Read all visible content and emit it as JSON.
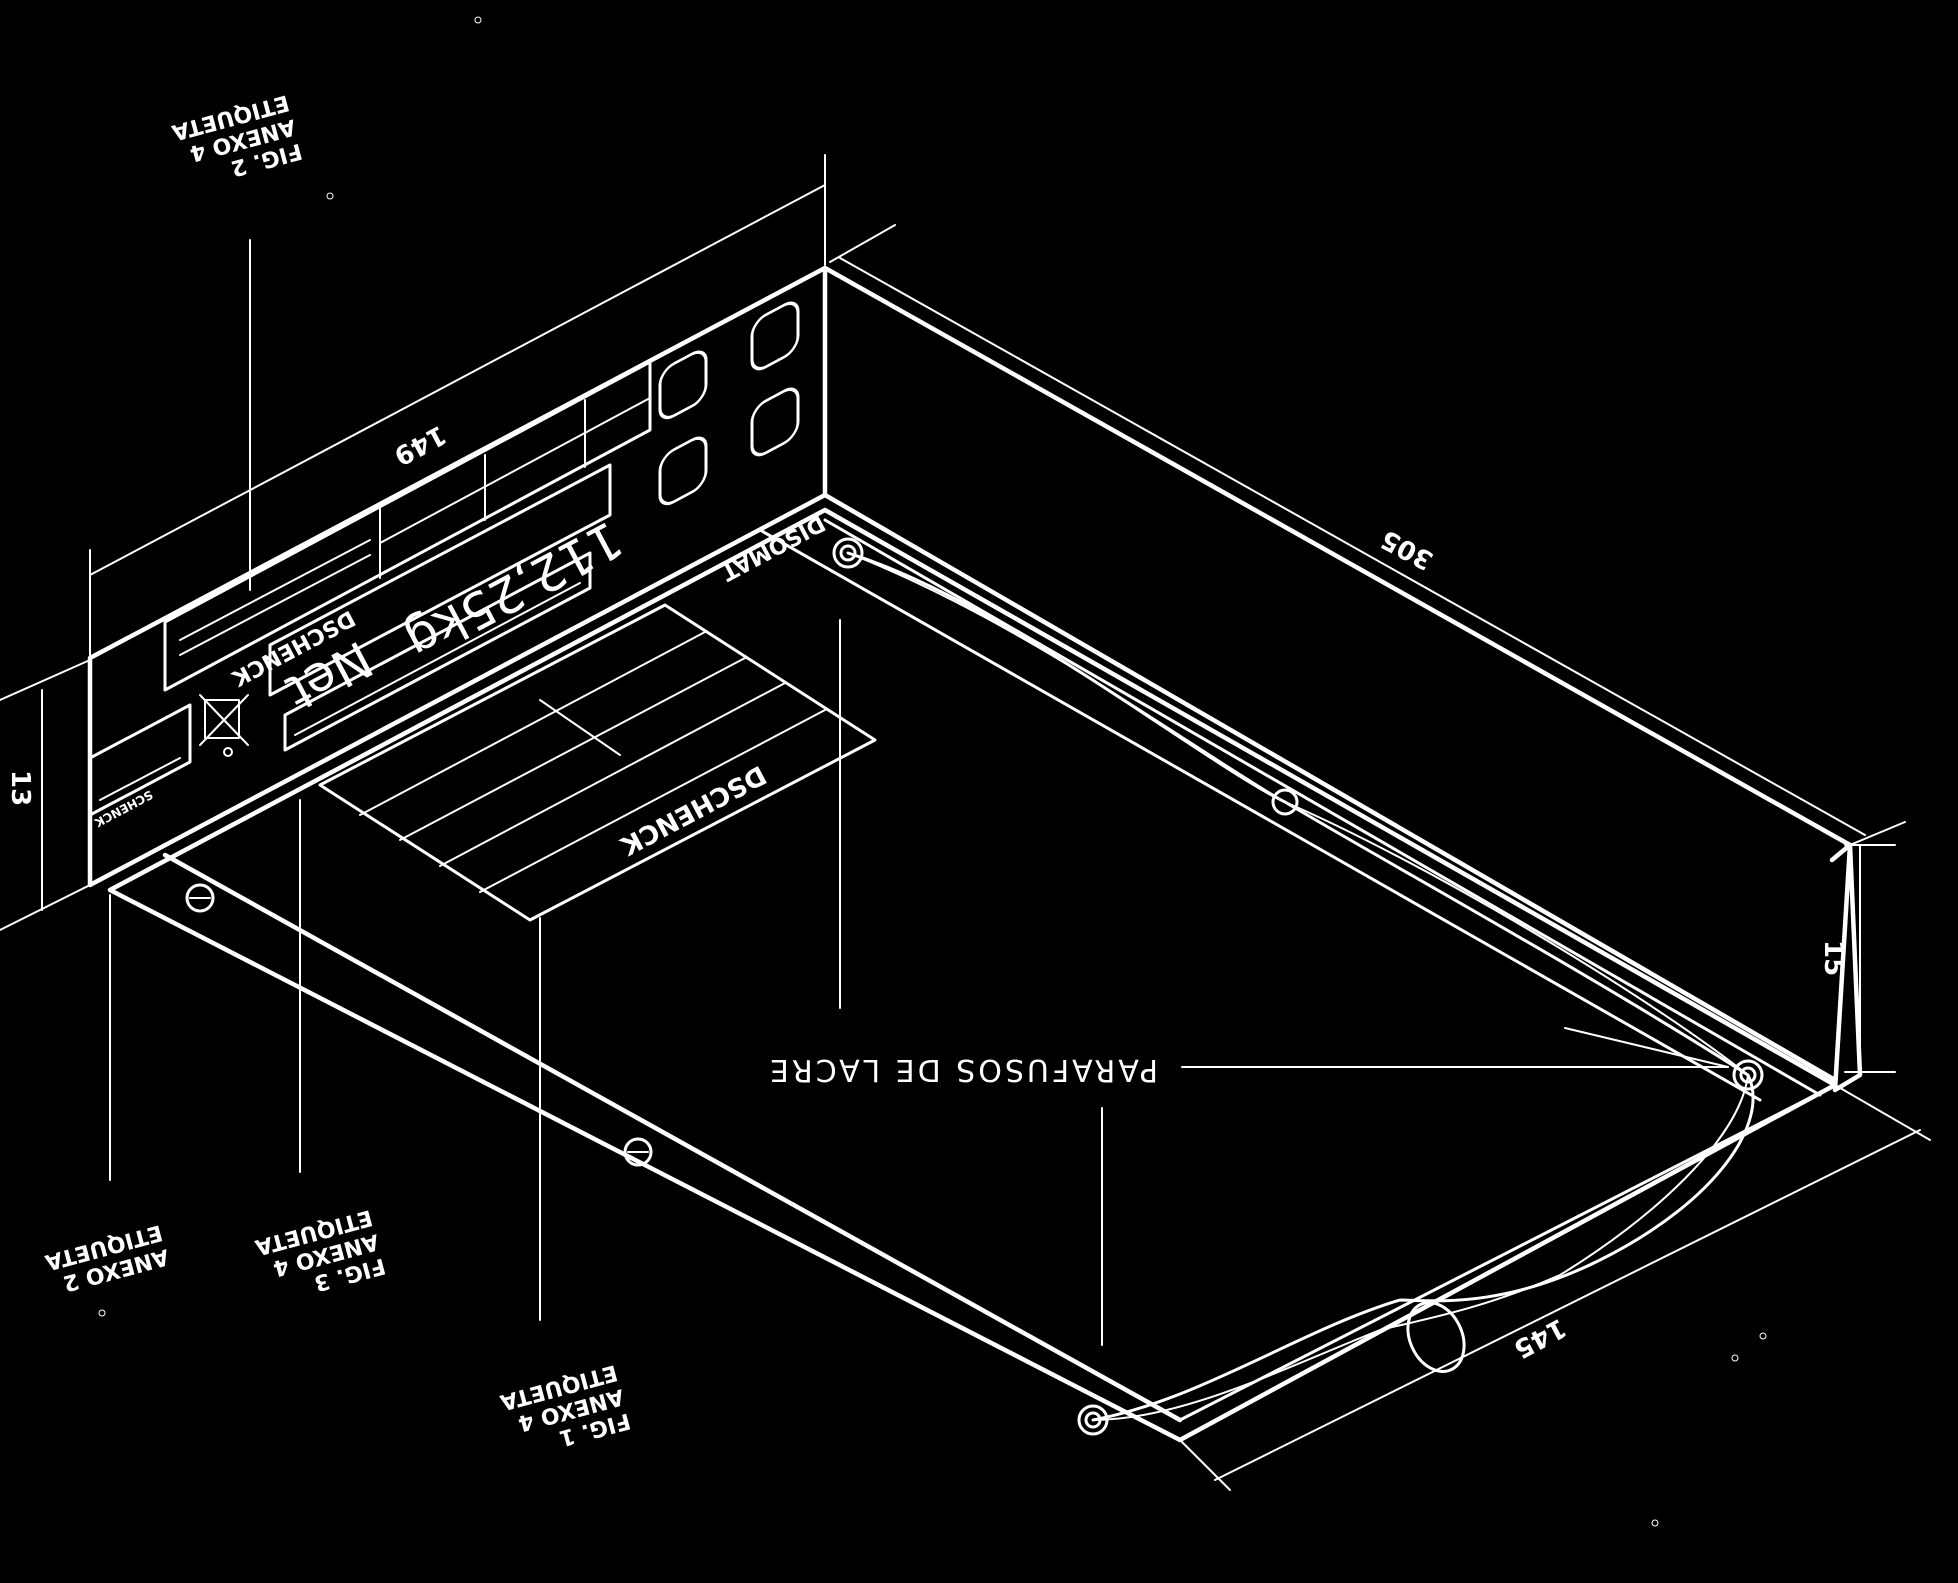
{
  "diagram": {
    "dimensions": {
      "width_top": "149",
      "length": "305",
      "height_left": "13",
      "height_right": "15",
      "bottom_edge": "145"
    },
    "labels": {
      "seal_screws": "PARAFUSOS DE LACRE",
      "etiqueta_fig2": [
        "FIG. 2",
        "ANEXO 4",
        "ETIQUETA"
      ],
      "etiqueta_anexo2": [
        "ANEXO 2",
        "ETIQUETA"
      ],
      "etiqueta_fig3": [
        "FIG. 3",
        "ANEXO 4",
        "ETIQUETA"
      ],
      "etiqueta_fig1": [
        "FIG. 1",
        "ANEXO 4",
        "ETIQUETA"
      ]
    },
    "front_panel": {
      "brand": "DSCHENCK",
      "model": "DISOMAT",
      "net_label": "Net",
      "weight_readout": "112,25kg",
      "logo_small": "SCHENCK"
    },
    "bottom_plate": {
      "brand": "DSCHENCK"
    },
    "colors": {
      "background": "#000000",
      "ink": "#ffffff"
    }
  }
}
